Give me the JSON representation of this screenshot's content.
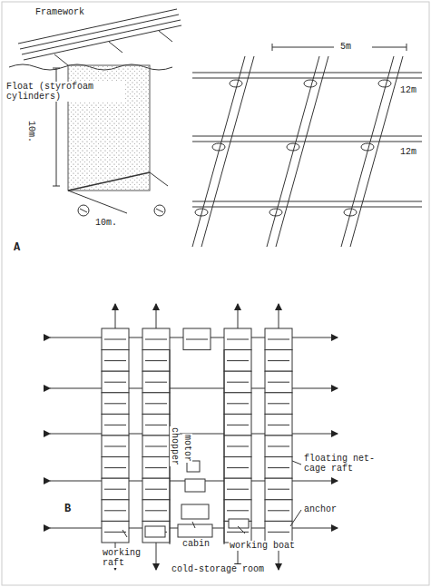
{
  "diagram": {
    "labels": [
      "Framework",
      "Float (styrofoam cylinders)",
      "10m.",
      "10m.",
      "5m",
      "12m",
      "12m",
      "A",
      "floating net-cage raft",
      "anchor",
      "chopper",
      "motor",
      "working raft",
      "cabin",
      "working boat",
      "cold-storage room",
      "B"
    ]
  }
}
